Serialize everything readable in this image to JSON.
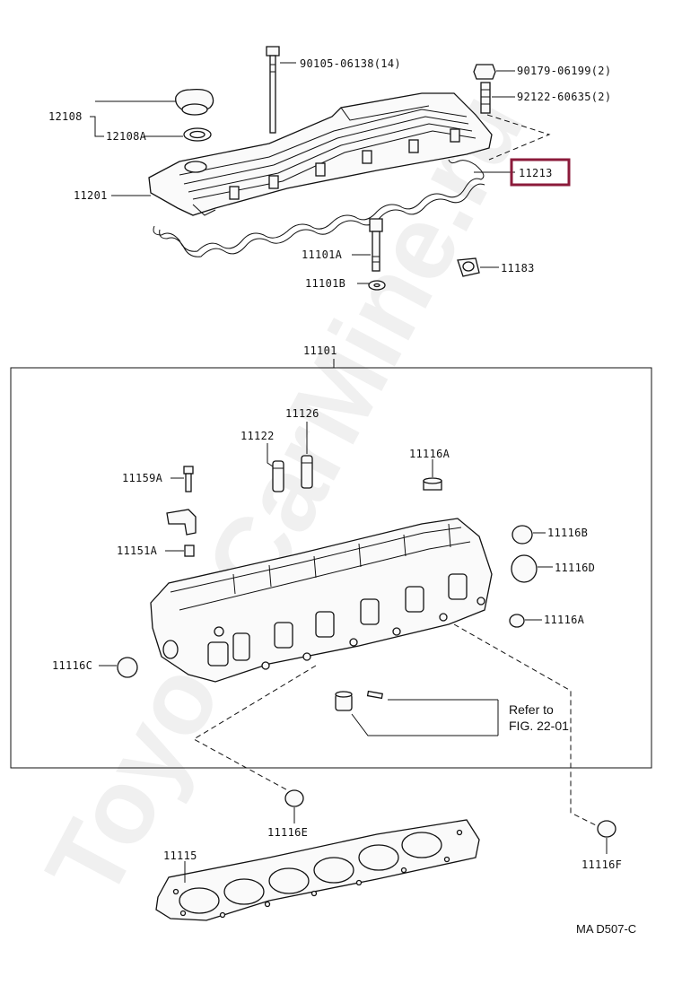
{
  "labels": {
    "l_90105": "90105-06138(14)",
    "l_90179": "90179-06199(2)",
    "l_92122": "92122-60635(2)",
    "l_12108": "12108",
    "l_12108A": "12108A",
    "l_11213": "11213",
    "l_11201": "11201",
    "l_11101A": "11101A",
    "l_11101B": "11101B",
    "l_11183": "11183",
    "l_11101": "11101",
    "l_11126": "11126",
    "l_11122": "11122",
    "l_11116A_top": "11116A",
    "l_11159A": "11159A",
    "l_11151A": "11151A",
    "l_11116B": "11116B",
    "l_11116D": "11116D",
    "l_11116A_side": "11116A",
    "l_11116C": "11116C",
    "l_11116E": "11116E",
    "l_11115": "11115",
    "l_11116F": "11116F"
  },
  "refer": {
    "line1": "Refer to",
    "line2": "FIG. 22-01"
  },
  "diagram_code": "MA D507-C",
  "watermark": "ToyotaCarMine.ru",
  "highlight_color": "#8b1a3a"
}
